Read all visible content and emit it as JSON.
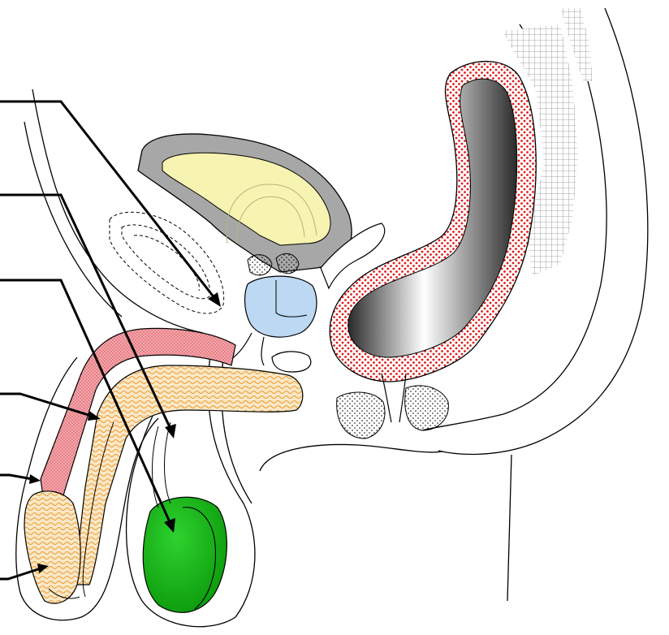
{
  "diagram": {
    "labels": [],
    "colors": {
      "outline": "#000000",
      "bladder_wall": "#a7a7a7",
      "bladder_fill": "#f7f3b0",
      "prostate": "#bcd8f3",
      "testis": "#18b418",
      "rectum_dots": "#e01a1a",
      "rectum_inner_dark": "#2a2a2a",
      "erectile_tissue": "#f8e8c8",
      "erectile_wave": "#f29a2a",
      "spongy_tissue": "#f4a7ad",
      "bone_grid": "#9a9a9a"
    },
    "leaders": [
      {
        "id": "leader-1",
        "target": "pubic-symphysis-dashed"
      },
      {
        "id": "leader-2",
        "target": "scrotum"
      },
      {
        "id": "leader-3",
        "target": "testis"
      },
      {
        "id": "leader-4",
        "target": "corpus-cavernosum"
      },
      {
        "id": "leader-5",
        "target": "corpus-spongiosum"
      },
      {
        "id": "leader-6",
        "target": "glans"
      }
    ]
  }
}
